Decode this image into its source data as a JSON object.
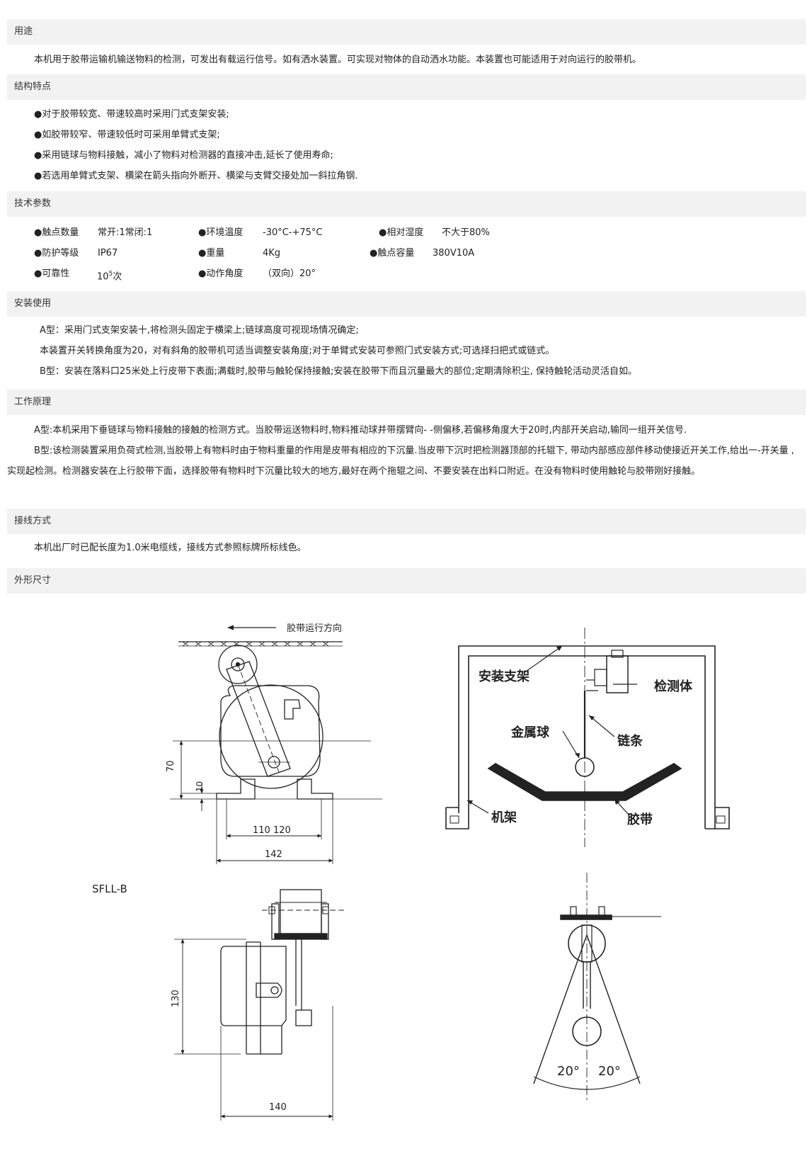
{
  "sections": {
    "usage": {
      "title": "用途",
      "text": "本机用于胶带运输机输送物料的检测，可发出有载运行信号。如有洒水装置。可实现对物体的自动洒水功能。本装置也可能适用于对向运行的胶带机。"
    },
    "structure": {
      "title": "结构特点",
      "items": [
        "●对于胶带较宽、带速较高时采用门式支架安装;",
        "●如胶带较窄、带速较低时可采用单臂式支架;",
        "●采用链球与物料接触，减小了物料对检测器的直接冲击,延长了使用寿命;",
        "●若选用单臂式支架、横梁在箭头指向外断开、横梁与支臂交接处加一斜拉角钢."
      ]
    },
    "tech": {
      "title": "技术参数",
      "row1": [
        {
          "label": "●触点数量",
          "value": "常开:1常闭:1"
        },
        {
          "label": "●环境温度",
          "value": "-30°C-+75°C"
        },
        {
          "label": "●相对湿度",
          "value": "不大于80%"
        }
      ],
      "row2": [
        {
          "label": "●防护等级",
          "value": "IP67"
        },
        {
          "label": "●重量",
          "value": "4Kg"
        },
        {
          "label": "●触点容量",
          "value": "380V10A"
        }
      ],
      "row3": [
        {
          "label": "●可靠性",
          "value_base": "10",
          "value_exp": "5",
          "value_unit": "次"
        },
        {
          "label": "●动作角度",
          "value": "（双向）20°"
        }
      ]
    },
    "install": {
      "title": "安装使用",
      "lines": [
        "A型：采用门式支架安装十,将检测头固定于横梁上;链球高度可视现场情况确定;",
        "本装置开关转换角度为20，对有斜角的胶带机可适当调整安装角度;对于单臂式安装可参照门式安装方式;可选择扫把式或链式。",
        "B型：安装在落料口25米处上行皮带下表面;满载时,胶带与触轮保持接触;安装在胶带下而且沉量最大的部位;定期清除积尘, 保持触轮活动灵活自如。"
      ]
    },
    "principle": {
      "title": "工作原理",
      "para_a": "A型:本机采用下垂链球与物料接触的接触的检测方式。当胶带运送物料时,物料推动球并带摆臂向- -侧偏移,若偏移角度大于20时,内部开关启动,输同一组开关信号.",
      "para_b": "B型:该检测装置采用负荷式检测,当胶带上有物料时由于物料重量的作用是皮带有相应的下沉量.当皮带下沉时把检测器顶部的托辊下, 带动内部感应部件移动使接近开关工作,给出一-开关量 ,实现起检测。检测器安装在上行胶带下面，选择胶带有物料时下沉量比较大的地方,最好在两个拖辊之间、不要安装在出料口附近。在没有物料时使用触轮与胶带刚好接触。"
    },
    "wiring": {
      "title": "接线方式",
      "text": "本机出厂时已配长度为1.0米电缆线，接线方式参照标牌所标线色。"
    },
    "dimensions": {
      "title": "外形尺寸"
    }
  },
  "drawings": {
    "direction_label": "胶带运行方向",
    "dim_70": "70",
    "dim_10": "10",
    "dim_110_120": "110 120",
    "dim_142": "142",
    "model_b": "SFLL-B",
    "dim_130": "130",
    "dim_140": "140",
    "label_bracket": "安装支架",
    "label_detector": "检测体",
    "label_ball": "金属球",
    "label_chain": "链条",
    "label_frame": "机架",
    "label_belt": "胶带",
    "angle_left": "20°",
    "angle_right": "20°"
  }
}
